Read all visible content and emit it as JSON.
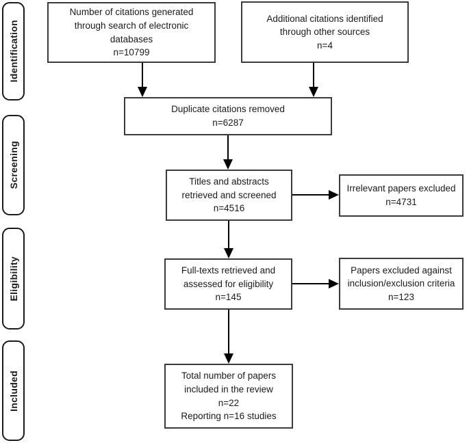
{
  "stages": [
    {
      "label": "Identification"
    },
    {
      "label": "Screening"
    },
    {
      "label": "Eligibility"
    },
    {
      "label": "Included"
    }
  ],
  "boxes": {
    "electronic_search": {
      "label": "Number of citations generated\nthrough search of electronic\ndatabases",
      "count": "n=10799"
    },
    "other_sources": {
      "label": "Additional citations identified\nthrough other sources",
      "count": "n=4"
    },
    "duplicates_removed": {
      "label": "Duplicate citations removed",
      "count": "n=6287"
    },
    "titles_screened": {
      "label": "Titles and abstracts\nretrieved and screened",
      "count": "n=4516"
    },
    "irrelevant_excluded": {
      "label": "Irrelevant papers excluded",
      "count": "n=4731"
    },
    "fulltext_assessed": {
      "label": "Full-texts retrieved and\nassessed for eligibility",
      "count": "n=145"
    },
    "papers_excluded": {
      "label": "Papers excluded against\ninclusion/exclusion criteria",
      "count": "n=123"
    },
    "included_total": {
      "label": "Total number of papers\nincluded in the review",
      "count": "n=22",
      "extra": "Reporting n=16 studies"
    }
  },
  "colors": {
    "background": "#ffffff",
    "box_border": "#3a3a3a",
    "stage_border": "#1a1a1a",
    "arrow": "#000000",
    "text": "#1a1a1a"
  }
}
